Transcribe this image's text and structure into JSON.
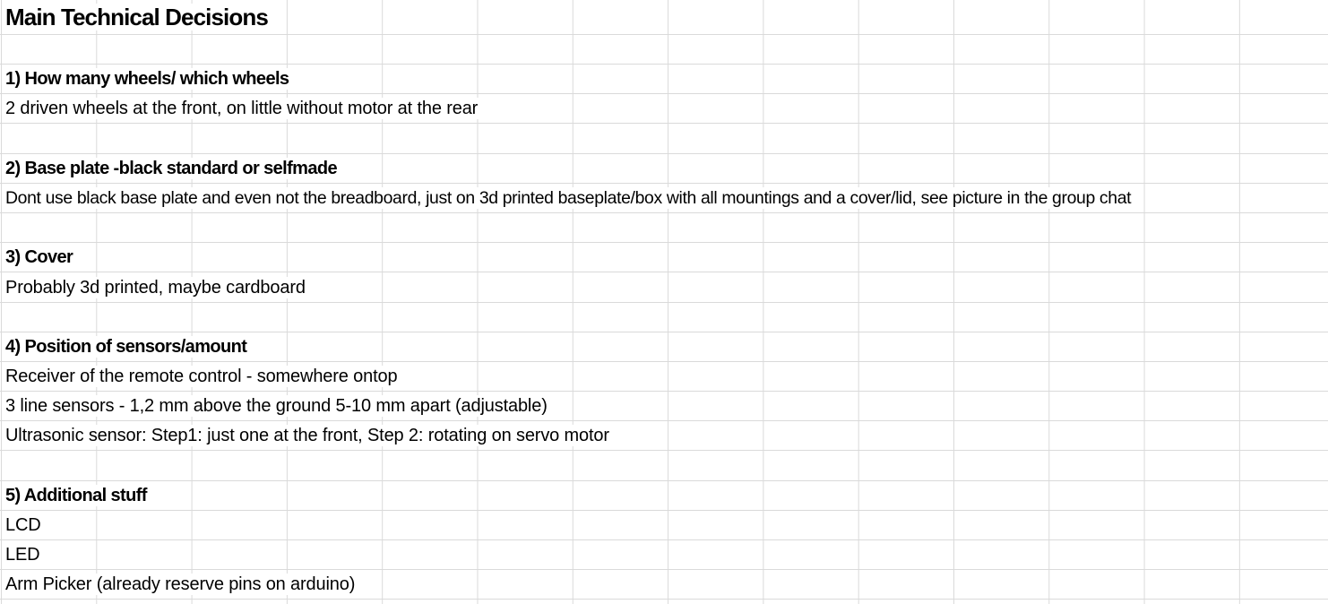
{
  "sheet": {
    "rows": [
      {
        "text": "Main Technical Decisions",
        "style": "title"
      },
      {
        "text": "",
        "style": "empty"
      },
      {
        "text": "1) How many wheels/ which wheels",
        "style": "heading"
      },
      {
        "text": "2 driven wheels at the front, on little without motor at the rear",
        "style": "body"
      },
      {
        "text": "",
        "style": "empty"
      },
      {
        "text": "2) Base plate -black standard or selfmade",
        "style": "heading"
      },
      {
        "text": "Dont use black base plate and even not the breadboard, just on 3d printed baseplate/box with all mountings and a cover/lid, see picture in the group chat",
        "style": "body"
      },
      {
        "text": "",
        "style": "empty"
      },
      {
        "text": "3) Cover",
        "style": "heading"
      },
      {
        "text": "Probably 3d printed, maybe cardboard",
        "style": "body"
      },
      {
        "text": "",
        "style": "empty"
      },
      {
        "text": "4) Position of sensors/amount",
        "style": "heading"
      },
      {
        "text": "Receiver of the remote control - somewhere ontop",
        "style": "body"
      },
      {
        "text": "3 line sensors - 1,2 mm above the ground 5-10  mm apart (adjustable)",
        "style": "body"
      },
      {
        "text": "Ultrasonic sensor: Step1: just one at the front, Step 2: rotating on servo motor",
        "style": "body"
      },
      {
        "text": "",
        "style": "empty"
      },
      {
        "text": "5) Additional stuff",
        "style": "heading"
      },
      {
        "text": "LCD",
        "style": "body"
      },
      {
        "text": "LED",
        "style": "body"
      },
      {
        "text": "Arm Picker (already reserve pins on arduino)",
        "style": "body"
      }
    ]
  }
}
